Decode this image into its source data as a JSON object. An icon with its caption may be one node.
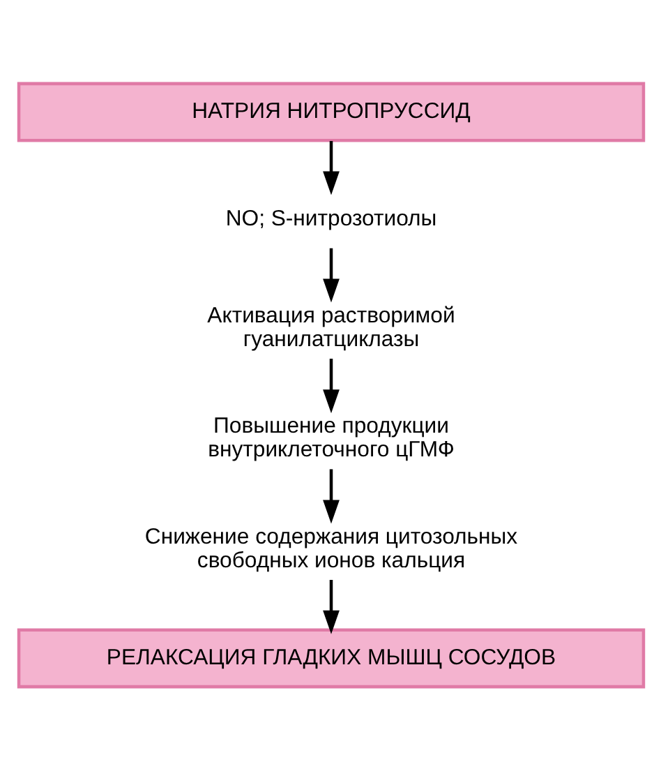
{
  "diagram": {
    "nodes": [
      {
        "text": [
          "НАТРИЯ НИТРОПРУССИД"
        ]
      },
      {
        "text": [
          "NO; S-нитрозотиолы"
        ]
      },
      {
        "text": [
          "Активация растворимой гуанилатциклазы"
        ]
      },
      {
        "text": [
          "Повышение продукции внутриклеточного цГМФ"
        ]
      },
      {
        "text": [
          "Снижение содержания цитозольных свободных ионов кальция"
        ]
      },
      {
        "text": [
          "РЕЛАКСАЦИЯ ГЛАДКИХ МЫШЦ СОСУДОВ"
        ]
      }
    ],
    "edges": [
      {
        "from": 0,
        "to": 1,
        "arrow": "to"
      },
      {
        "from": 1,
        "to": 2,
        "arrow": "to"
      },
      {
        "from": 2,
        "to": 3,
        "arrow": "to"
      },
      {
        "from": 3,
        "to": 4,
        "arrow": "to"
      },
      {
        "from": 4,
        "to": 5,
        "arrow": "to"
      }
    ]
  }
}
